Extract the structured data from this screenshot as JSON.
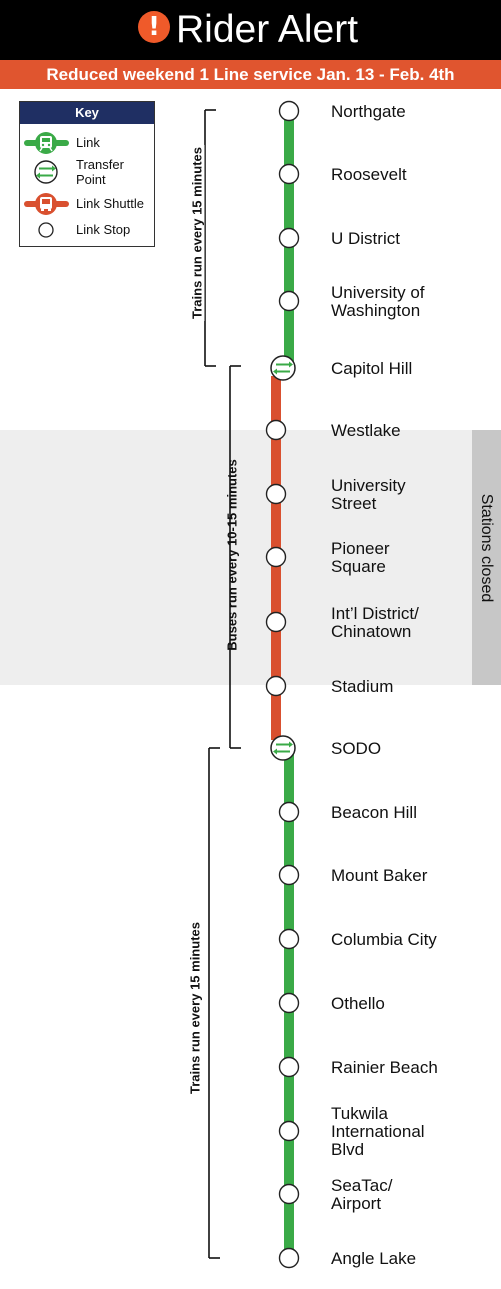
{
  "header": {
    "title": "Rider Alert",
    "icon": "exclamation-icon",
    "icon_glyph": "!"
  },
  "banner": {
    "text": "Reduced weekend 1 Line service Jan. 13 - Feb. 4th"
  },
  "key": {
    "title": "Key",
    "items": [
      {
        "label_lines": [
          "Link"
        ],
        "icon": "train-icon"
      },
      {
        "label_lines": [
          "Transfer",
          "Point"
        ],
        "icon": "transfer-icon"
      },
      {
        "label_lines": [
          "Link Shuttle"
        ],
        "icon": "bus-icon"
      },
      {
        "label_lines": [
          "Link Stop"
        ],
        "icon": "stop-icon"
      }
    ]
  },
  "closed_label": "Stations closed",
  "segments": {
    "north": "Trains run every 15 minutes",
    "shuttle": "Buses run every 10-15 minutes",
    "south": "Trains run every 15 minutes"
  },
  "colors": {
    "link": "#3aaa47",
    "shuttle": "#d9502f",
    "banner": "#e0552f",
    "key_header": "#1f2f63",
    "closed": "#eeeeee"
  },
  "stations": [
    {
      "lines": [
        "Northgate"
      ],
      "type": "stop"
    },
    {
      "lines": [
        "Roosevelt"
      ],
      "type": "stop"
    },
    {
      "lines": [
        "U District"
      ],
      "type": "stop"
    },
    {
      "lines": [
        "University of",
        "Washington"
      ],
      "type": "stop"
    },
    {
      "lines": [
        "Capitol Hill"
      ],
      "type": "transfer"
    },
    {
      "lines": [
        "Westlake"
      ],
      "type": "stop"
    },
    {
      "lines": [
        "University",
        "Street"
      ],
      "type": "stop"
    },
    {
      "lines": [
        "Pioneer",
        "Square"
      ],
      "type": "stop"
    },
    {
      "lines": [
        "Int’l District/",
        "Chinatown"
      ],
      "type": "stop"
    },
    {
      "lines": [
        "Stadium"
      ],
      "type": "stop"
    },
    {
      "lines": [
        "SODO"
      ],
      "type": "transfer"
    },
    {
      "lines": [
        "Beacon Hill"
      ],
      "type": "stop"
    },
    {
      "lines": [
        "Mount Baker"
      ],
      "type": "stop"
    },
    {
      "lines": [
        "Columbia City"
      ],
      "type": "stop"
    },
    {
      "lines": [
        "Othello"
      ],
      "type": "stop"
    },
    {
      "lines": [
        "Rainier Beach"
      ],
      "type": "stop"
    },
    {
      "lines": [
        "Tukwila",
        "International",
        "Blvd"
      ],
      "type": "stop"
    },
    {
      "lines": [
        "SeaTac/",
        "Airport"
      ],
      "type": "stop"
    },
    {
      "lines": [
        "Angle Lake"
      ],
      "type": "stop"
    }
  ]
}
